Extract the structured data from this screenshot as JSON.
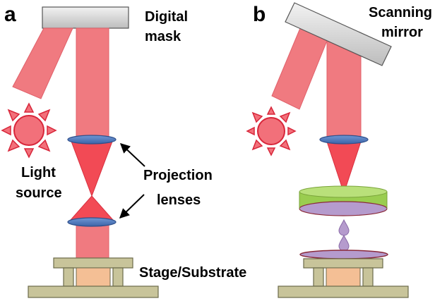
{
  "panels": {
    "a": {
      "letter": "a",
      "mask_label": [
        "Digital",
        "mask"
      ],
      "light_label": [
        "Light",
        "source"
      ],
      "lens_label": [
        "Projection",
        "lenses"
      ],
      "stage_label": "Stage/Substrate"
    },
    "b": {
      "letter": "b",
      "mirror_label": [
        "Scanning",
        "mirror"
      ]
    }
  },
  "colors": {
    "beam": "#f07a80",
    "beam_stroke": "#e0606a",
    "lens_fill": "#4f7fc0",
    "lens_stroke": "#2f4f8a",
    "sun_fill": "#f2707a",
    "sun_stroke": "#d8263a",
    "mask_fill": "#dcdcdc",
    "stage_fill": "#c8c49a",
    "stage_stroke": "#6b6a4a",
    "substrate_fill": "#f4bf95",
    "resin_green": "#9acd50",
    "resin_purple": "#b59bcd",
    "droplet": "#b59bcd",
    "cone_red": "#f24a55"
  }
}
